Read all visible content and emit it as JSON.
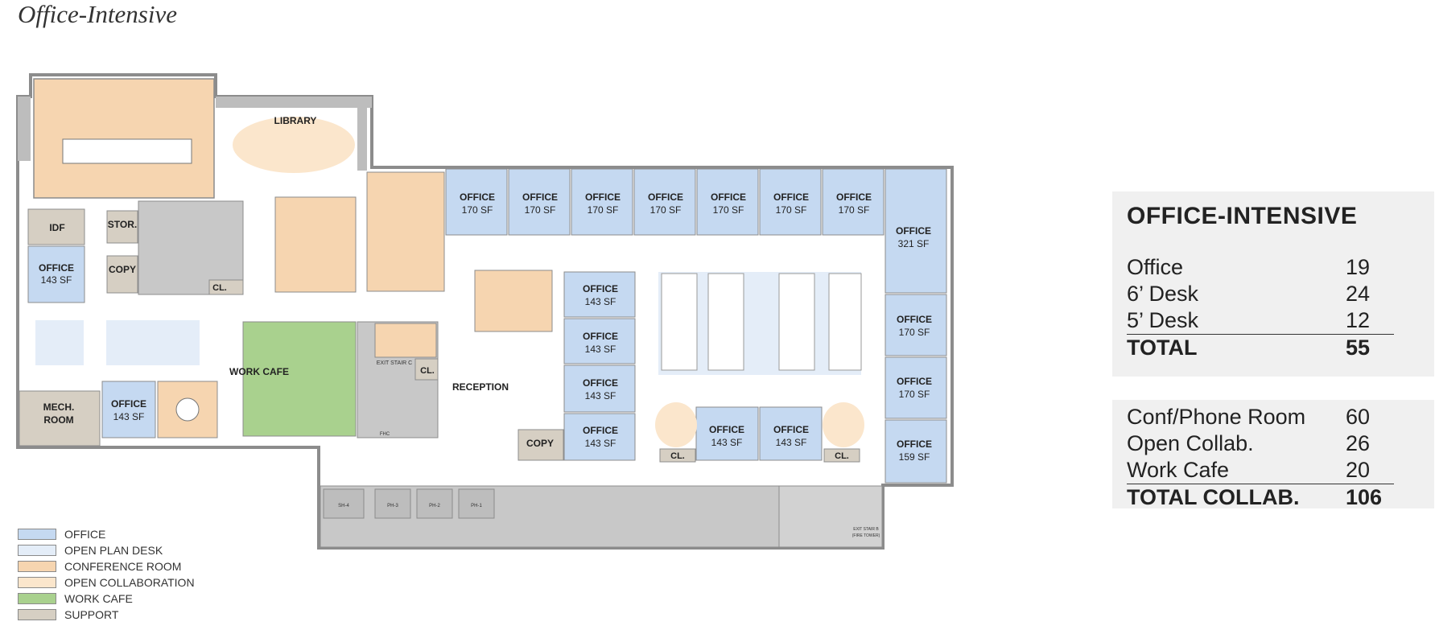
{
  "page_title": "Office-Intensive",
  "rooms": {
    "library": "LIBRARY",
    "idf": "IDF",
    "stor": "STOR.",
    "copy": "COPY",
    "cl": "CL.",
    "office": "OFFICE",
    "sf_143": "143 SF",
    "sf_170": "170 SF",
    "sf_321": "321 SF",
    "sf_159": "159 SF",
    "mech_1": "MECH.",
    "mech_2": "ROOM",
    "work_cafe": "WORK CAFE",
    "reception": "RECEPTION",
    "exit_stair_c": "EXIT STAIR C",
    "exit_stair_b_1": "EXIT STAIR B",
    "exit_stair_b_2": "(FIRE TOWER)",
    "fhc": "FHC",
    "sh4": "SH-4",
    "ph3": "PH-3",
    "ph2": "PH-2",
    "ph1": "PH-1"
  },
  "legend": [
    {
      "label": "OFFICE",
      "color": "#c5d9f1"
    },
    {
      "label": "OPEN PLAN DESK",
      "color": "#e4edf8"
    },
    {
      "label": "CONFERENCE ROOM",
      "color": "#f6d5b0"
    },
    {
      "label": "OPEN COLLABORATION",
      "color": "#fbe6cc"
    },
    {
      "label": "WORK CAFE",
      "color": "#a9d18e"
    },
    {
      "label": "SUPPORT",
      "color": "#d6cfc3"
    }
  ],
  "summary1": {
    "title": "OFFICE-INTENSIVE",
    "rows": [
      {
        "label": "Office",
        "value": "19"
      },
      {
        "label": "6’ Desk",
        "value": "24"
      },
      {
        "label": "5’ Desk",
        "value": "12"
      }
    ],
    "total_label": "TOTAL",
    "total_value": "55"
  },
  "summary2": {
    "rows": [
      {
        "label": "Conf/Phone Room",
        "value": "60"
      },
      {
        "label": "Open Collab.",
        "value": "26"
      },
      {
        "label": "Work Cafe",
        "value": "20"
      }
    ],
    "total_label": "TOTAL COLLAB.",
    "total_value": "106"
  },
  "colors": {
    "office": "#c5d9f1",
    "open_plan": "#e4edf8",
    "conference": "#f6d5b0",
    "collab": "#fbe6cc",
    "cafe": "#a9d18e",
    "support": "#d6cfc3",
    "core": "#c8c8c8",
    "wall": "#8c8c8c"
  }
}
